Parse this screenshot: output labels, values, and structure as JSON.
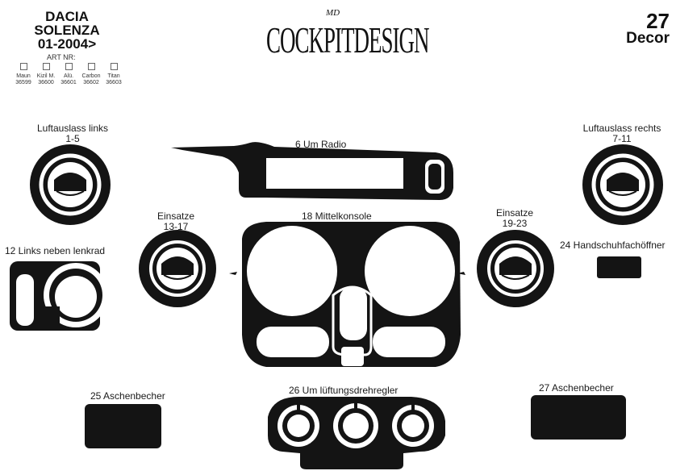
{
  "header": {
    "brand": "DACIA",
    "model": "SOLENZA",
    "years": "01-2004>",
    "art_nr_label": "ART NR:",
    "variants": [
      {
        "name": "Maun",
        "code": "36599"
      },
      {
        "name": "Kizil M.",
        "code": "36600"
      },
      {
        "name": "Alü.",
        "code": "36601"
      },
      {
        "name": "Carbon",
        "code": "36602"
      },
      {
        "name": "Titan",
        "code": "36603"
      }
    ]
  },
  "logo": {
    "text": "COCKPITDESIGN",
    "mark": "MD"
  },
  "summary": {
    "count": "27",
    "label": "Decor"
  },
  "parts": {
    "vent_left": {
      "name": "Luftauslass links",
      "range": "1-5"
    },
    "vent_right": {
      "name": "Luftauslass rechts",
      "range": "7-11"
    },
    "radio": {
      "name": "6  Um Radio"
    },
    "insert_left": {
      "name": "Einsatze",
      "range": "13-17"
    },
    "insert_right": {
      "name": "Einsatze",
      "range": "19-23"
    },
    "console": {
      "name": "18  Mittelkonsole"
    },
    "steering": {
      "name": "12 Links neben lenkrad"
    },
    "glovebox": {
      "name": "24 Handschuhfachöffner"
    },
    "ashtray_left": {
      "name": "25  Aschenbecher"
    },
    "regulator": {
      "name": "26   Um lüftungsdrehregler"
    },
    "ashtray_right": {
      "name": "27 Aschenbecher"
    }
  },
  "colors": {
    "part_fill": "#141414",
    "background": "#ffffff"
  }
}
